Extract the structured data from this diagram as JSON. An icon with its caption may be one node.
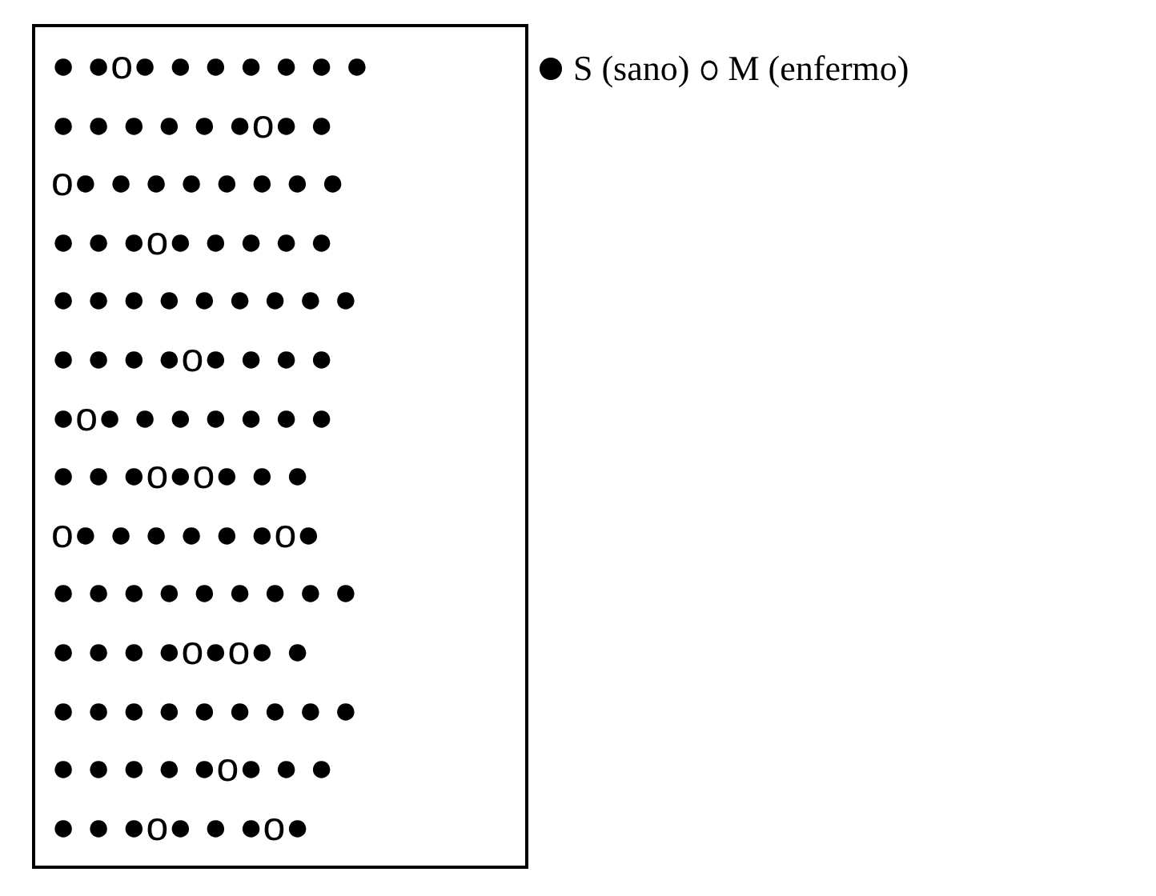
{
  "diagram": {
    "labels": [
      "● ●o● ● ● ● ● ● ●",
      "● ● ● ● ● ●o● ●",
      "o● ● ● ● ● ● ● ●",
      "● ● ●o● ● ● ● ●",
      "● ● ● ● ● ● ● ● ●",
      "● ● ● ●o● ● ● ●",
      "●o● ● ● ● ● ● ●",
      "● ● ●o●o● ● ●",
      "o● ● ● ● ● ●o●",
      "● ● ● ● ● ● ● ● ●",
      "● ● ● ●o●o● ●",
      "● ● ● ● ● ● ● ● ●",
      "● ● ● ● ●o● ● ●",
      "● ● ●o● ● ●o●"
    ],
    "legend": [
      {
        "text": "S (sano)"
      },
      {
        "text": "M (enfermo)"
      }
    ]
  }
}
